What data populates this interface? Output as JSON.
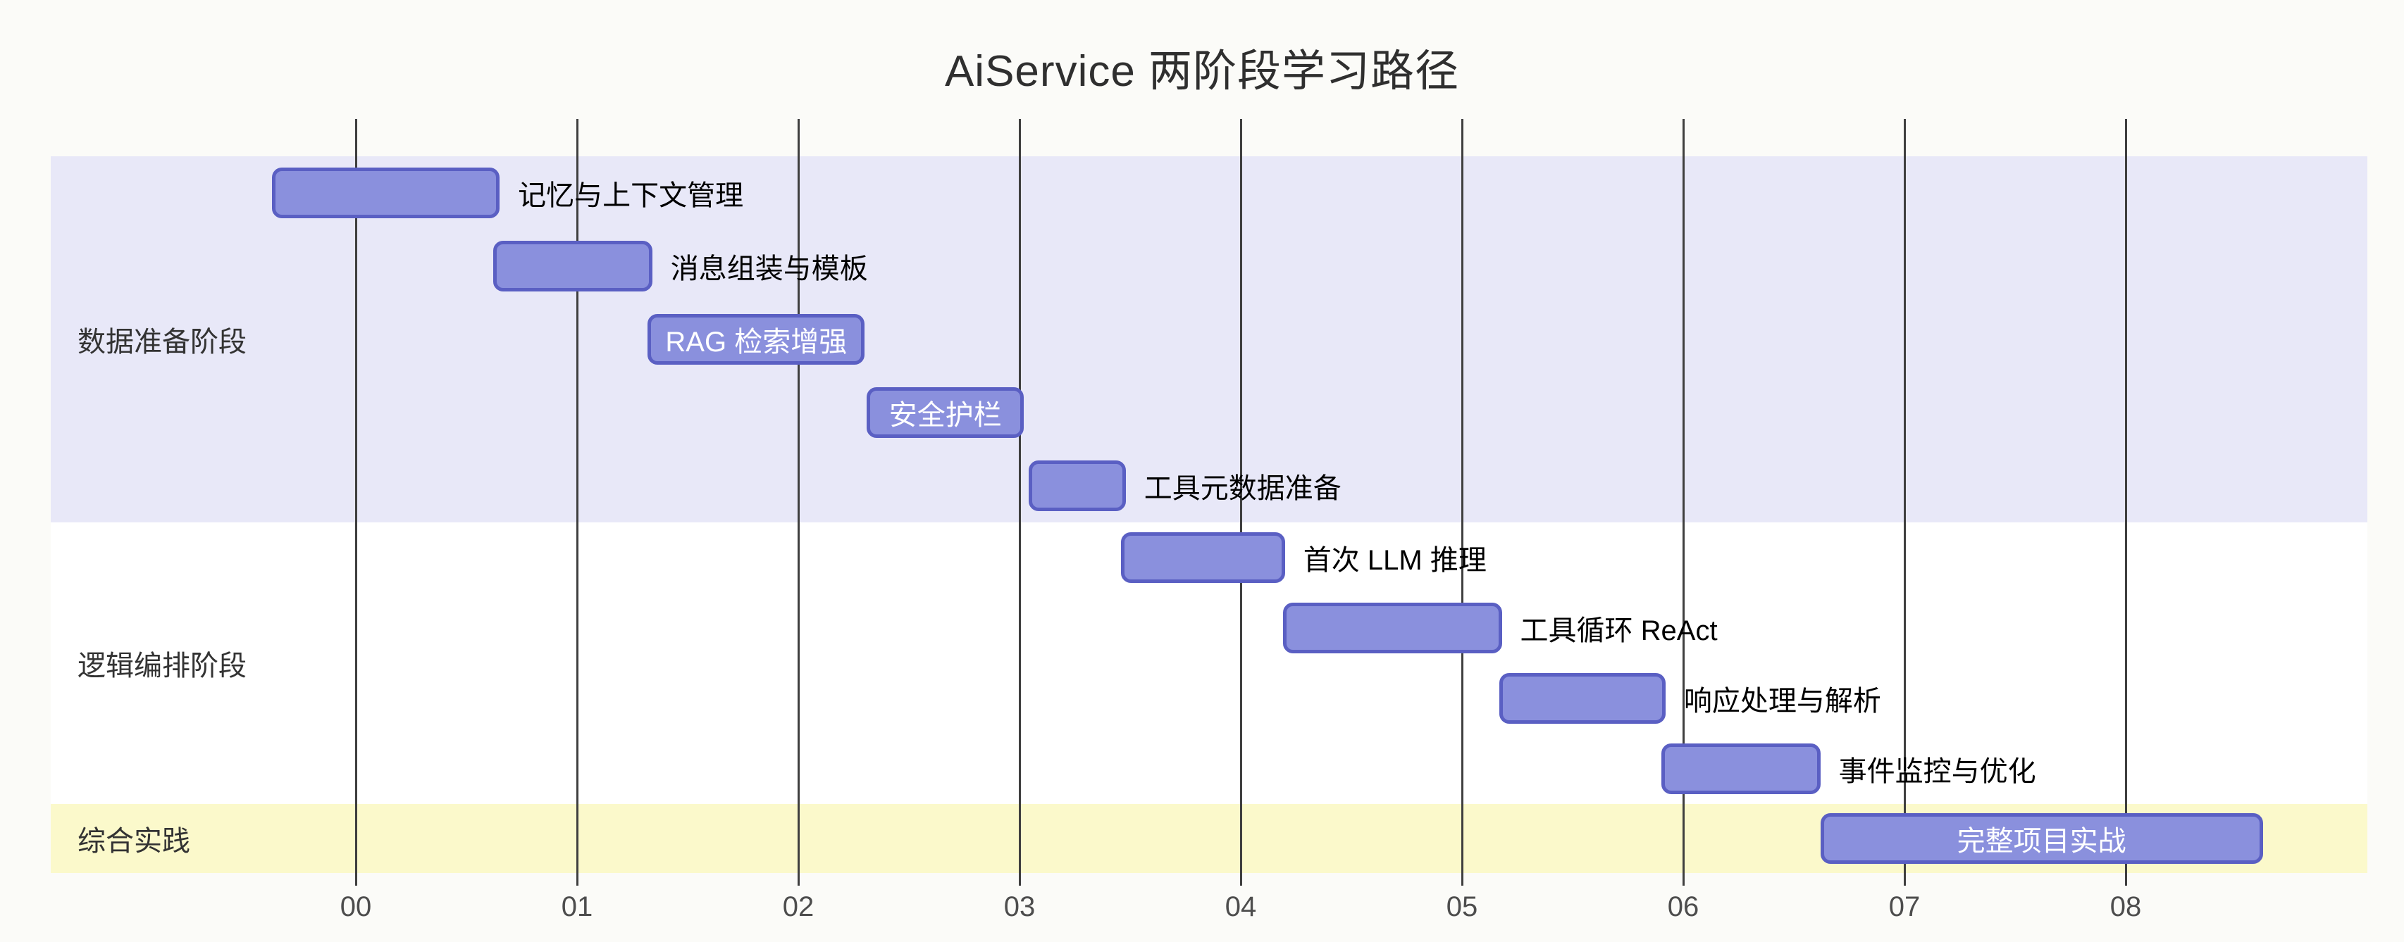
{
  "title": "AiService 两阶段学习路径",
  "colors": {
    "background": "#fbfbf8",
    "task_fill": "#8a90dd",
    "task_border": "#5a5fc3",
    "task_text_inside": "#ffffff",
    "task_text_outside": "#000000",
    "section_bands": [
      "#e8e8f8",
      "#ffffff",
      "#fbf9cb"
    ],
    "grid_line": "#3f3f3f",
    "axis_text": "#4d4d4d",
    "section_text": "#333333",
    "title_text": "#2f2f2f"
  },
  "chart_data": {
    "type": "gantt",
    "title": "AiService 两阶段学习路径",
    "x_axis": {
      "ticks": [
        "00",
        "01",
        "02",
        "03",
        "04",
        "05",
        "06",
        "07",
        "08"
      ],
      "xlim_units": [
        -1.4,
        9.1
      ],
      "grid": true
    },
    "legend": "none",
    "sections": [
      {
        "name": "数据准备阶段",
        "tasks": [
          {
            "label": "记忆与上下文管理",
            "start": -0.38,
            "end": 0.65,
            "label_position": "right"
          },
          {
            "label": "消息组装与模板",
            "start": 0.62,
            "end": 1.34,
            "label_position": "right"
          },
          {
            "label": "RAG 检索增强",
            "start": 1.32,
            "end": 2.3,
            "label_position": "inside"
          },
          {
            "label": "安全护栏",
            "start": 2.31,
            "end": 3.02,
            "label_position": "inside"
          },
          {
            "label": "工具元数据准备",
            "start": 3.04,
            "end": 3.48,
            "label_position": "right"
          }
        ]
      },
      {
        "name": "逻辑编排阶段",
        "tasks": [
          {
            "label": "首次 LLM 推理",
            "start": 3.46,
            "end": 4.2,
            "label_position": "right"
          },
          {
            "label": "工具循环 ReAct",
            "start": 4.19,
            "end": 5.18,
            "label_position": "right"
          },
          {
            "label": "响应处理与解析",
            "start": 5.17,
            "end": 5.92,
            "label_position": "right"
          },
          {
            "label": "事件监控与优化",
            "start": 5.9,
            "end": 6.62,
            "label_position": "right"
          }
        ]
      },
      {
        "name": "综合实践",
        "tasks": [
          {
            "label": "完整项目实战",
            "start": 6.62,
            "end": 8.62,
            "label_position": "inside"
          }
        ]
      }
    ]
  }
}
